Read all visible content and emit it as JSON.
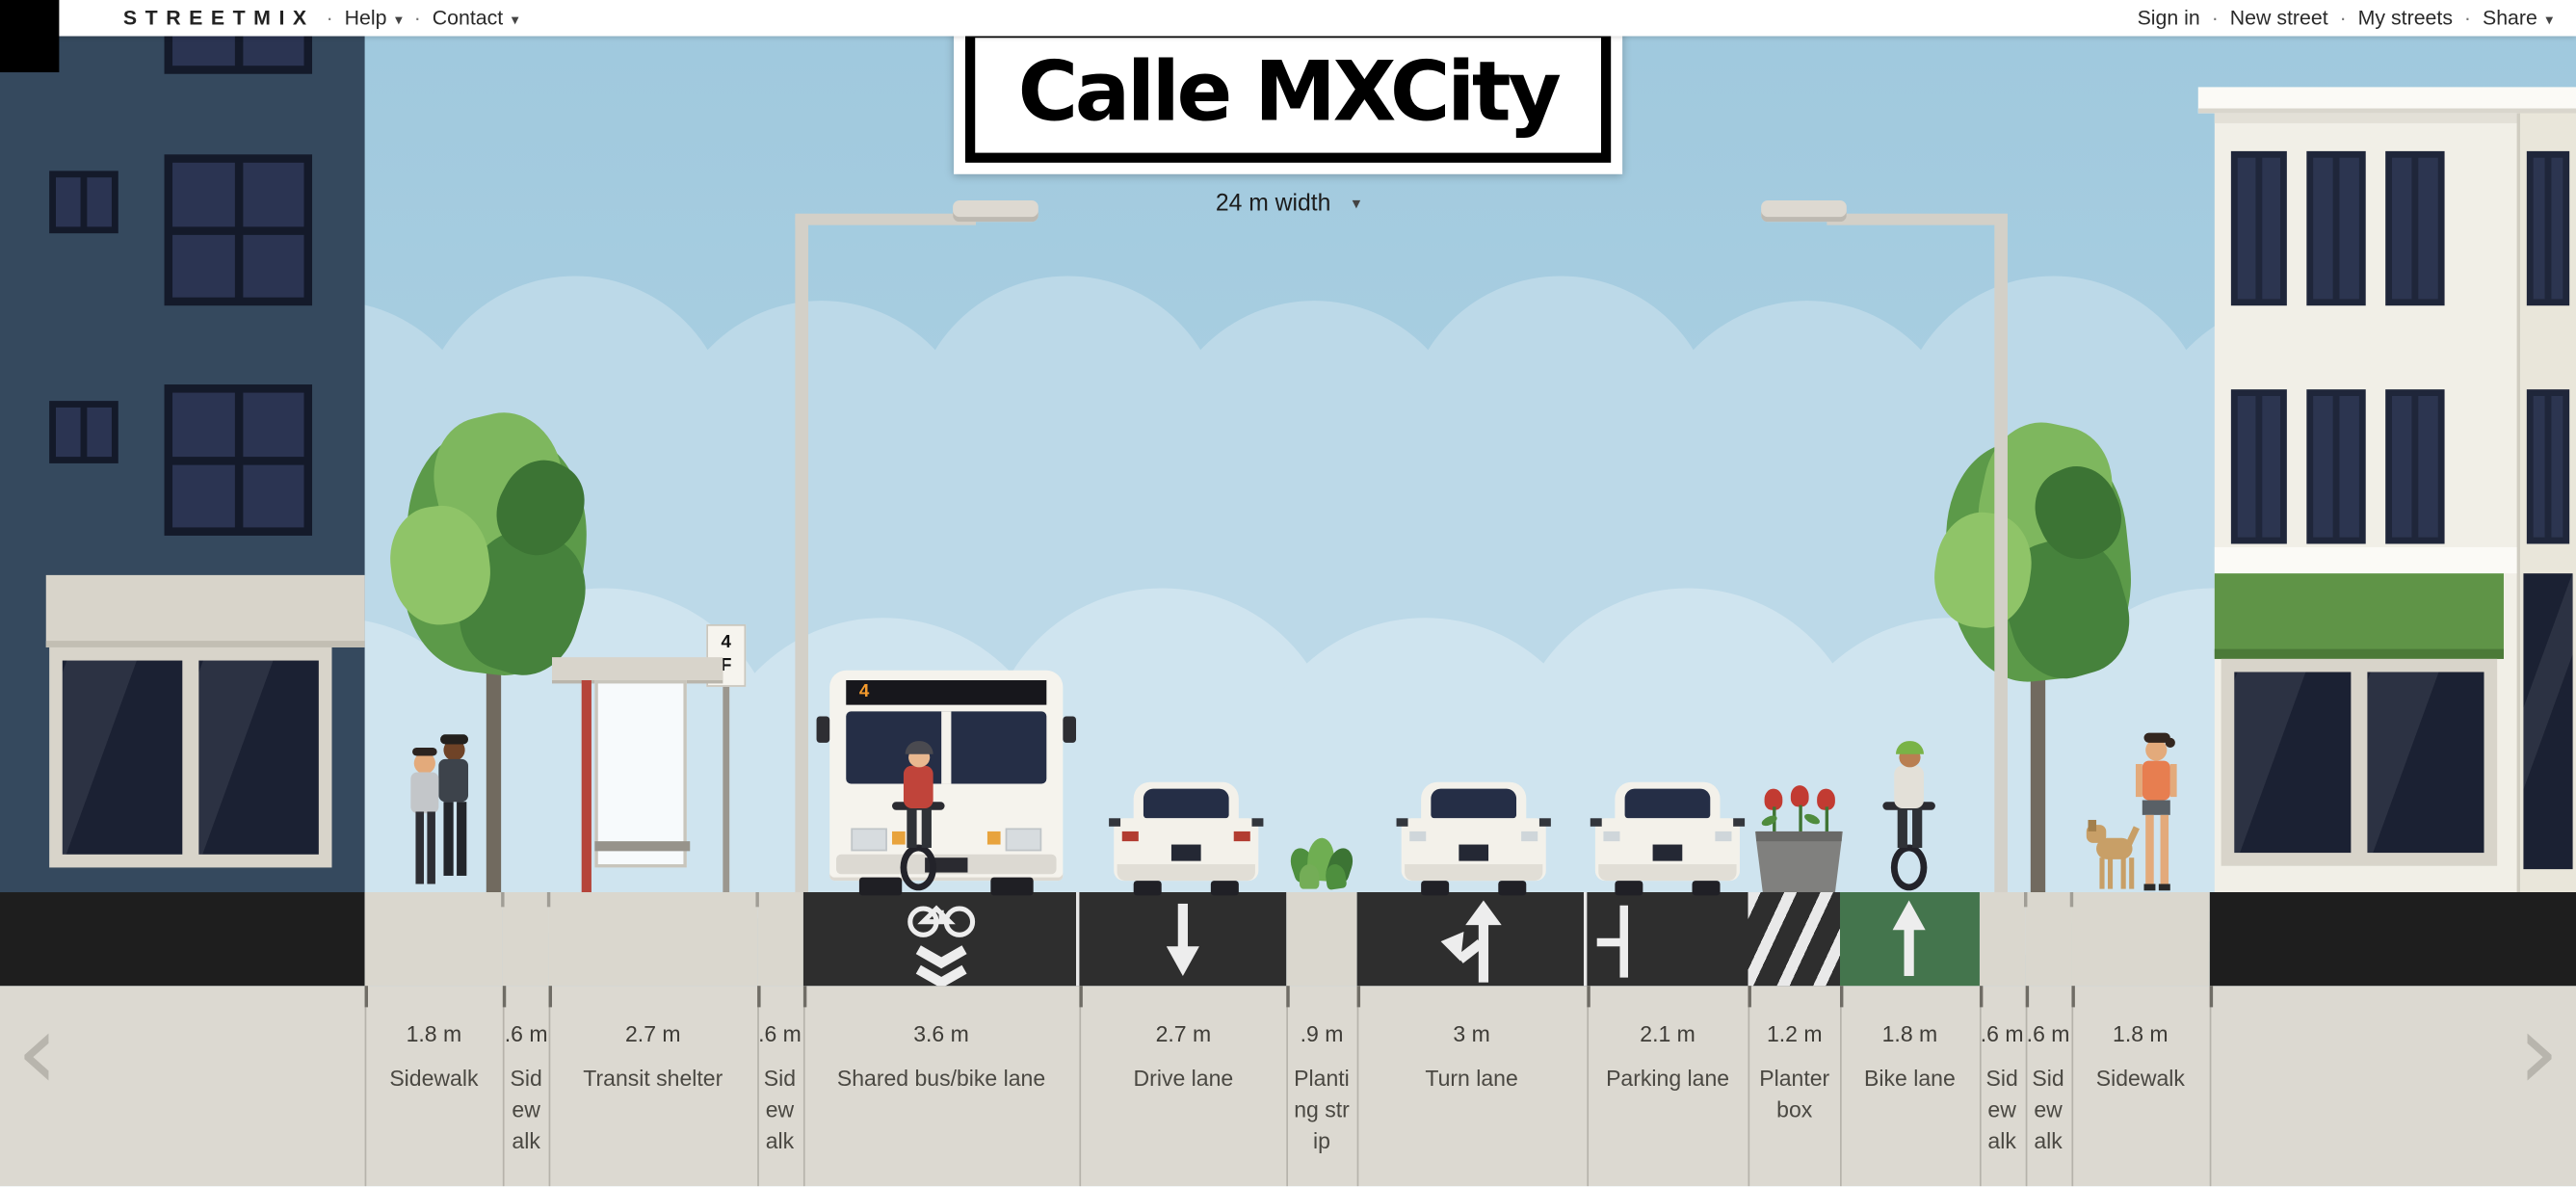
{
  "icons": {
    "caret_down": "▾",
    "dot_separator": "·",
    "scroll_left": "‹",
    "scroll_right": "›"
  },
  "menu": {
    "logo": "STREETMIX",
    "left_items": [
      {
        "label": "Help",
        "caret": true
      },
      {
        "label": "Contact",
        "caret": true
      }
    ],
    "right_items": [
      {
        "label": "Sign in",
        "caret": false
      },
      {
        "label": "New street",
        "caret": false
      },
      {
        "label": "My streets",
        "caret": false
      },
      {
        "label": "Share",
        "caret": true
      }
    ]
  },
  "street": {
    "name": "Calle MXCity",
    "width_label": "24 m width",
    "total_width_m": 24,
    "segments": [
      {
        "name": "Sidewalk",
        "width_label": "1.8 m",
        "width_m": 1.8,
        "surface": "sidewalk",
        "marking": null
      },
      {
        "name": "Sidewalk",
        "width_label": ".6 m",
        "width_m": 0.6,
        "surface": "sidewalk",
        "marking": null
      },
      {
        "name": "Transit shelter",
        "width_label": "2.7 m",
        "width_m": 2.7,
        "surface": "sidewalk",
        "marking": null
      },
      {
        "name": "Sidewalk",
        "width_label": ".6 m",
        "width_m": 0.6,
        "surface": "sidewalk",
        "marking": null
      },
      {
        "name": "Shared bus/bike lane",
        "width_label": "3.6 m",
        "width_m": 3.6,
        "surface": "asphalt",
        "marking": "sharrow",
        "separator_right": true
      },
      {
        "name": "Drive lane",
        "width_label": "2.7 m",
        "width_m": 2.7,
        "surface": "asphalt",
        "marking": "arrow-down"
      },
      {
        "name": "Planting strip",
        "width_label": ".9 m",
        "width_m": 0.9,
        "surface": "sidewalk",
        "marking": null
      },
      {
        "name": "Turn lane",
        "width_label": "3 m",
        "width_m": 3.0,
        "surface": "asphalt",
        "marking": "turn-arrow",
        "separator_right": true
      },
      {
        "name": "Parking lane",
        "width_label": "2.1 m",
        "width_m": 2.1,
        "surface": "asphalt",
        "marking": "parking-tee"
      },
      {
        "name": "Planter box",
        "width_label": "1.2 m",
        "width_m": 1.2,
        "surface": "asphalt-hatch",
        "marking": null
      },
      {
        "name": "Bike lane",
        "width_label": "1.8 m",
        "width_m": 1.8,
        "surface": "bike-green",
        "marking": "arrow-up"
      },
      {
        "name": "Sidewalk",
        "width_label": ".6 m",
        "width_m": 0.6,
        "surface": "sidewalk",
        "marking": null
      },
      {
        "name": "Sidewalk",
        "width_label": ".6 m",
        "width_m": 0.6,
        "surface": "sidewalk",
        "marking": null
      },
      {
        "name": "Sidewalk",
        "width_label": "1.8 m",
        "width_m": 1.8,
        "surface": "sidewalk",
        "marking": null
      }
    ]
  },
  "scene": {
    "transit_sign": "4F",
    "bus_route": "4"
  }
}
